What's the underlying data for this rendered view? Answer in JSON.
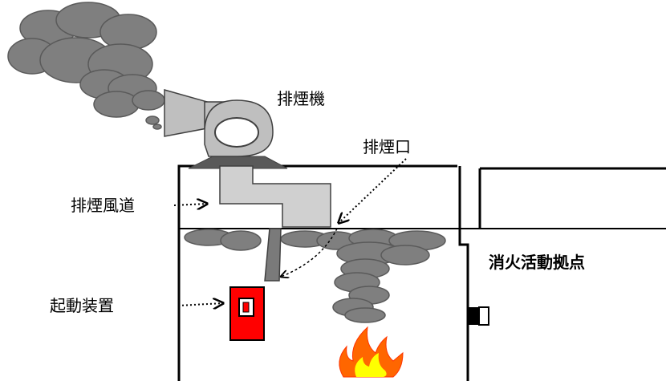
{
  "labels": {
    "fan": "排煙機",
    "outlet": "排煙口",
    "duct": "排煙風道",
    "activator": "起動装置",
    "base": "消火活動拠点"
  },
  "colors": {
    "smoke": "#7f7f7f",
    "smoke_outline": "#5a5a5a",
    "duct_fill": "#d0d0d0",
    "fan_fill": "#bfbfbf",
    "activator_red": "#ff0000",
    "flame_orange": "#ff6600",
    "flame_yellow": "#ffff00"
  }
}
